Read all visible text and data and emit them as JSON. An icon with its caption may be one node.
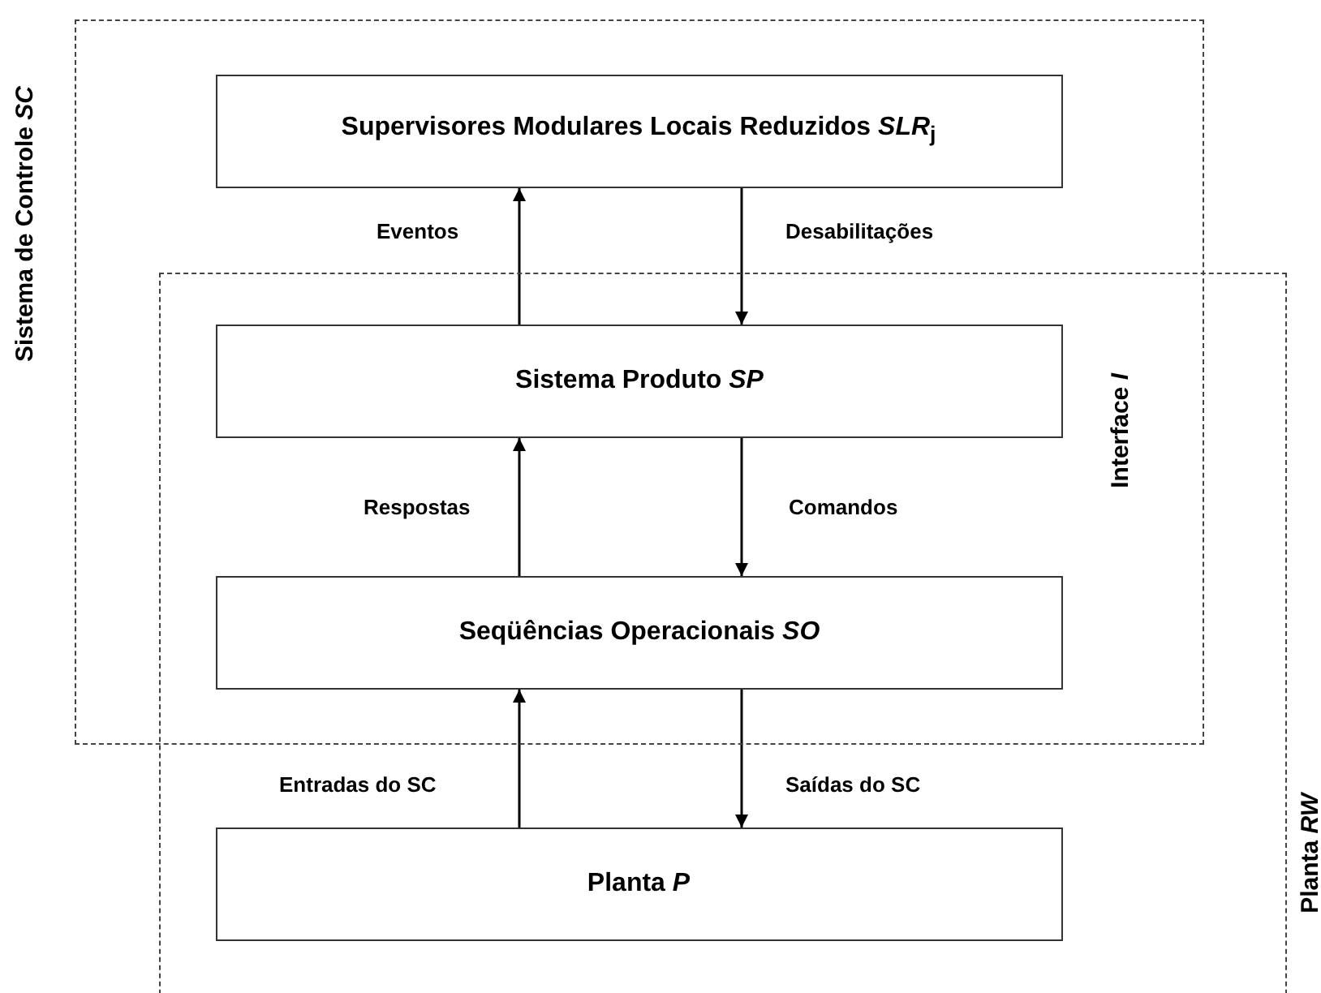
{
  "diagram": {
    "nodes": [
      {
        "text": [
          "Sistema de Controle *SC*"
        ]
      },
      {
        "text": [
          "Planta *RW*"
        ]
      },
      {
        "text": [
          "Supervisores Modulares Locais Reduzidos *SLR*$_{j}$"
        ],
        "in": 0
      },
      {
        "text": [
          "Sistema Produto *SP*"
        ]
      },
      {
        "text": [
          "Seqüências Operacionais *SO*"
        ]
      },
      {
        "text": [
          "Planta  *P*"
        ],
        "in": 1
      }
    ],
    "edges": [
      {
        "from": 3,
        "to": 2,
        "arrow": "to",
        "label": "Eventos"
      },
      {
        "from": 2,
        "to": 3,
        "arrow": "to",
        "label": "Desabilitações"
      },
      {
        "from": 4,
        "to": 3,
        "arrow": "to",
        "label": "Respostas"
      },
      {
        "from": 3,
        "to": 4,
        "arrow": "to",
        "label": "Comandos"
      },
      {
        "from": 5,
        "to": 4,
        "arrow": "to",
        "label": "Entradas do SC"
      },
      {
        "from": 4,
        "to": 5,
        "arrow": "to",
        "label": "Saídas do SC"
      }
    ],
    "labels": [
      "Interface *I*"
    ]
  }
}
